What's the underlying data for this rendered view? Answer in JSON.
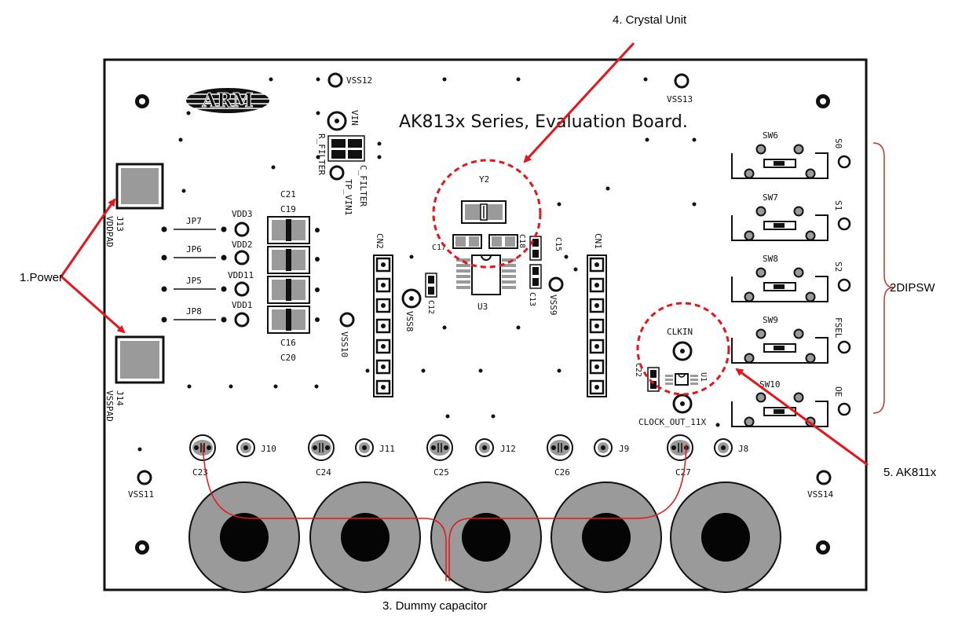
{
  "board": {
    "title": "AK813x Series, Evaluation Board.",
    "logo_text": "ARM"
  },
  "callouts": {
    "power": "1.Power",
    "dummy_cap": "3. Dummy capacitor",
    "crystal": "4.  Crystal Unit",
    "ak811x": "5.  AK811x",
    "dipsw": "2DIPSW"
  },
  "labels": {
    "vss12": "VSS12",
    "vss13": "VSS13",
    "vin": "VIN",
    "r_filter": "R_FILTER",
    "c_filter": "C_FILTER",
    "tp_vin1": "TP_VIN1",
    "j13": "J13",
    "vddpad": "VDDPAD",
    "j14": "J14",
    "vsspad": "VSSPAD",
    "jp7": "JP7",
    "jp6": "JP6",
    "jp5": "JP5",
    "jp8": "JP8",
    "vdd3": "VDD3",
    "vdd2": "VDD2",
    "vdd11": "VDD11",
    "vdd1": "VDD1",
    "c21": "C21",
    "c19": "C19",
    "c16": "C16",
    "c20": "C20",
    "vss10": "VSS10",
    "cn2": "CN2",
    "cn1": "CN1",
    "vss8": "VSS8",
    "c12": "C12",
    "y2": "Y2",
    "c17": "C17",
    "c18": "C18",
    "c15": "C15",
    "c13": "C13",
    "u3": "U3",
    "vss9": "VSS9",
    "clkin": "CLKIN",
    "c22": "C22",
    "u1": "U1",
    "clock_out": "CLOCK_OUT_11X",
    "sw6": "SW6",
    "sw7": "SW7",
    "sw8": "SW8",
    "sw9": "SW9",
    "sw10": "SW10",
    "s0": "S0",
    "s1": "S1",
    "s2": "S2",
    "fsel": "FSEL",
    "oe": "OE",
    "j10": "J10",
    "j11": "J11",
    "j12": "J12",
    "j9": "J9",
    "j8": "J8",
    "c23": "C23",
    "c24": "C24",
    "c25": "C25",
    "c26": "C26",
    "c27": "C27",
    "vss11": "VSS11",
    "vss14": "VSS14"
  },
  "colors": {
    "callout_arrow": "#e8141b",
    "highlight_circle": "#e8141b",
    "brace": "#c0392b",
    "pad_gray": "#9a9a9a",
    "silk_black": "#111111"
  }
}
